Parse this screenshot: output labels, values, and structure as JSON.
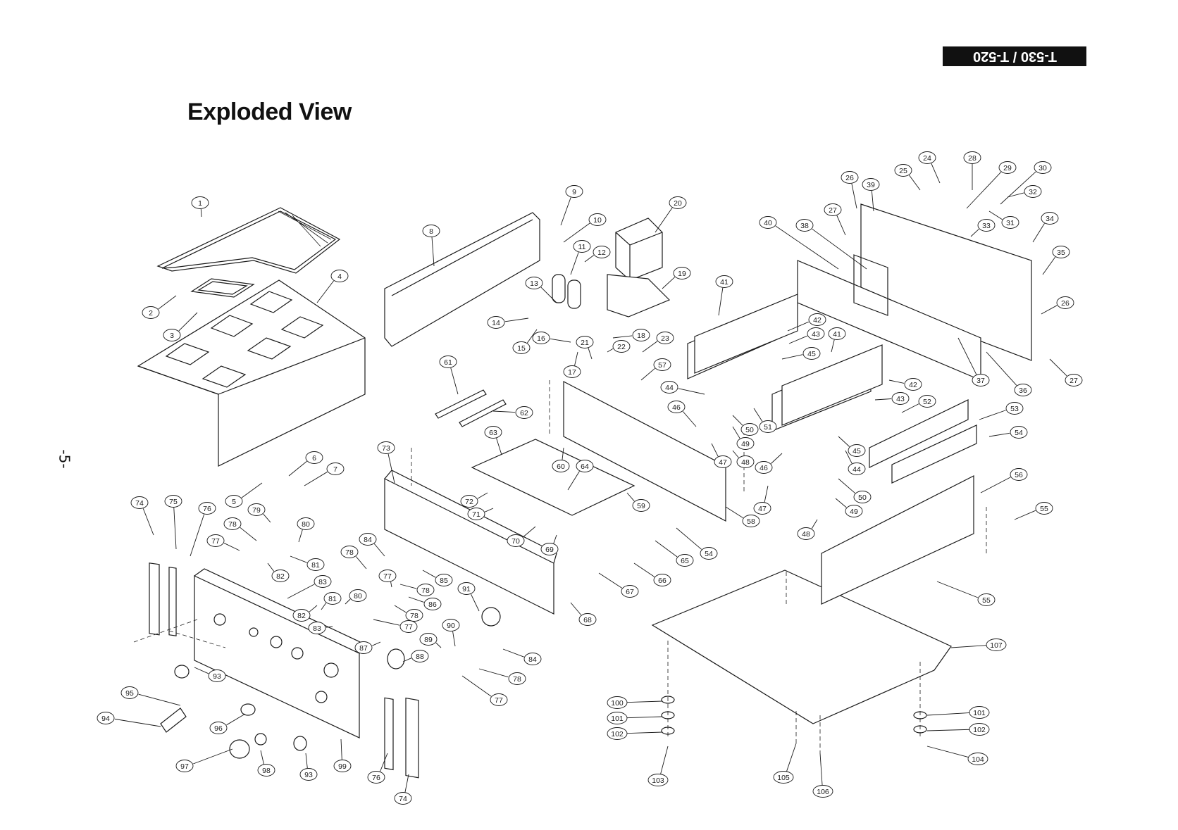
{
  "page": {
    "title": "Exploded View",
    "page_number": "-5-",
    "header_tag": "T-530 / T-520"
  },
  "diagram": {
    "colors": {
      "ink": "#1a1a1a",
      "paper": "#ffffff"
    },
    "callouts": [
      {
        "id": "c1",
        "label": "1"
      },
      {
        "id": "c2",
        "label": "2"
      },
      {
        "id": "c3",
        "label": "3"
      },
      {
        "id": "c4",
        "label": "4"
      },
      {
        "id": "c5",
        "label": "5"
      },
      {
        "id": "c6",
        "label": "6"
      },
      {
        "id": "c7",
        "label": "7"
      },
      {
        "id": "c8",
        "label": "8"
      },
      {
        "id": "c9",
        "label": "9"
      },
      {
        "id": "c10",
        "label": "10"
      },
      {
        "id": "c11",
        "label": "11"
      },
      {
        "id": "c12",
        "label": "12"
      },
      {
        "id": "c13",
        "label": "13"
      },
      {
        "id": "c14",
        "label": "14"
      },
      {
        "id": "c15",
        "label": "15"
      },
      {
        "id": "c16",
        "label": "16"
      },
      {
        "id": "c17",
        "label": "17"
      },
      {
        "id": "c18",
        "label": "18"
      },
      {
        "id": "c19",
        "label": "19"
      },
      {
        "id": "c20",
        "label": "20"
      },
      {
        "id": "c21",
        "label": "21"
      },
      {
        "id": "c22",
        "label": "22"
      },
      {
        "id": "c23",
        "label": "23"
      },
      {
        "id": "c24",
        "label": "24"
      },
      {
        "id": "c25",
        "label": "25"
      },
      {
        "id": "c26a",
        "label": "26"
      },
      {
        "id": "c26b",
        "label": "26"
      },
      {
        "id": "c27a",
        "label": "27"
      },
      {
        "id": "c27b",
        "label": "27"
      },
      {
        "id": "c28",
        "label": "28"
      },
      {
        "id": "c29",
        "label": "29"
      },
      {
        "id": "c30",
        "label": "30"
      },
      {
        "id": "c31",
        "label": "31"
      },
      {
        "id": "c32",
        "label": "32"
      },
      {
        "id": "c33",
        "label": "33"
      },
      {
        "id": "c34",
        "label": "34"
      },
      {
        "id": "c35",
        "label": "35"
      },
      {
        "id": "c36",
        "label": "36"
      },
      {
        "id": "c37",
        "label": "37"
      },
      {
        "id": "c38",
        "label": "38"
      },
      {
        "id": "c39",
        "label": "39"
      },
      {
        "id": "c40",
        "label": "40"
      },
      {
        "id": "c41a",
        "label": "41"
      },
      {
        "id": "c41b",
        "label": "41"
      },
      {
        "id": "c42a",
        "label": "42"
      },
      {
        "id": "c42b",
        "label": "42"
      },
      {
        "id": "c43a",
        "label": "43"
      },
      {
        "id": "c43b",
        "label": "43"
      },
      {
        "id": "c44a",
        "label": "44"
      },
      {
        "id": "c44b",
        "label": "44"
      },
      {
        "id": "c45a",
        "label": "45"
      },
      {
        "id": "c45b",
        "label": "45"
      },
      {
        "id": "c46a",
        "label": "46"
      },
      {
        "id": "c46b",
        "label": "46"
      },
      {
        "id": "c47a",
        "label": "47"
      },
      {
        "id": "c47b",
        "label": "47"
      },
      {
        "id": "c48a",
        "label": "48"
      },
      {
        "id": "c48b",
        "label": "48"
      },
      {
        "id": "c49a",
        "label": "49"
      },
      {
        "id": "c49b",
        "label": "49"
      },
      {
        "id": "c50a",
        "label": "50"
      },
      {
        "id": "c50b",
        "label": "50"
      },
      {
        "id": "c51",
        "label": "51"
      },
      {
        "id": "c52",
        "label": "52"
      },
      {
        "id": "c53",
        "label": "53"
      },
      {
        "id": "c54a",
        "label": "54"
      },
      {
        "id": "c54b",
        "label": "54"
      },
      {
        "id": "c55a",
        "label": "55"
      },
      {
        "id": "c55b",
        "label": "55"
      },
      {
        "id": "c56",
        "label": "56"
      },
      {
        "id": "c57",
        "label": "57"
      },
      {
        "id": "c58",
        "label": "58"
      },
      {
        "id": "c59",
        "label": "59"
      },
      {
        "id": "c60",
        "label": "60"
      },
      {
        "id": "c61",
        "label": "61"
      },
      {
        "id": "c62",
        "label": "62"
      },
      {
        "id": "c63",
        "label": "63"
      },
      {
        "id": "c64",
        "label": "64"
      },
      {
        "id": "c65",
        "label": "65"
      },
      {
        "id": "c66",
        "label": "66"
      },
      {
        "id": "c67",
        "label": "67"
      },
      {
        "id": "c68",
        "label": "68"
      },
      {
        "id": "c69",
        "label": "69"
      },
      {
        "id": "c70",
        "label": "70"
      },
      {
        "id": "c71",
        "label": "71"
      },
      {
        "id": "c72",
        "label": "72"
      },
      {
        "id": "c73",
        "label": "73"
      },
      {
        "id": "c74a",
        "label": "74"
      },
      {
        "id": "c74b",
        "label": "74"
      },
      {
        "id": "c75",
        "label": "75"
      },
      {
        "id": "c76a",
        "label": "76"
      },
      {
        "id": "c76b",
        "label": "76"
      },
      {
        "id": "c77a",
        "label": "77"
      },
      {
        "id": "c77b",
        "label": "77"
      },
      {
        "id": "c77c",
        "label": "77"
      },
      {
        "id": "c77d",
        "label": "77"
      },
      {
        "id": "c78a",
        "label": "78"
      },
      {
        "id": "c78b",
        "label": "78"
      },
      {
        "id": "c78c",
        "label": "78"
      },
      {
        "id": "c78d",
        "label": "78"
      },
      {
        "id": "c78e",
        "label": "78"
      },
      {
        "id": "c79",
        "label": "79"
      },
      {
        "id": "c80a",
        "label": "80"
      },
      {
        "id": "c80b",
        "label": "80"
      },
      {
        "id": "c81a",
        "label": "81"
      },
      {
        "id": "c81b",
        "label": "81"
      },
      {
        "id": "c82a",
        "label": "82"
      },
      {
        "id": "c82b",
        "label": "82"
      },
      {
        "id": "c83a",
        "label": "83"
      },
      {
        "id": "c83b",
        "label": "83"
      },
      {
        "id": "c84a",
        "label": "84"
      },
      {
        "id": "c84b",
        "label": "84"
      },
      {
        "id": "c85",
        "label": "85"
      },
      {
        "id": "c86",
        "label": "86"
      },
      {
        "id": "c87",
        "label": "87"
      },
      {
        "id": "c88",
        "label": "88"
      },
      {
        "id": "c89",
        "label": "89"
      },
      {
        "id": "c90",
        "label": "90"
      },
      {
        "id": "c91",
        "label": "91"
      },
      {
        "id": "c93a",
        "label": "93"
      },
      {
        "id": "c93b",
        "label": "93"
      },
      {
        "id": "c94",
        "label": "94"
      },
      {
        "id": "c95",
        "label": "95"
      },
      {
        "id": "c96",
        "label": "96"
      },
      {
        "id": "c97",
        "label": "97"
      },
      {
        "id": "c98",
        "label": "98"
      },
      {
        "id": "c99",
        "label": "99"
      },
      {
        "id": "c100",
        "label": "100"
      },
      {
        "id": "c101a",
        "label": "101"
      },
      {
        "id": "c101b",
        "label": "101"
      },
      {
        "id": "c102a",
        "label": "102"
      },
      {
        "id": "c102b",
        "label": "102"
      },
      {
        "id": "c103",
        "label": "103"
      },
      {
        "id": "c104",
        "label": "104"
      },
      {
        "id": "c105",
        "label": "105"
      },
      {
        "id": "c106",
        "label": "106"
      },
      {
        "id": "c107",
        "label": "107"
      }
    ]
  }
}
